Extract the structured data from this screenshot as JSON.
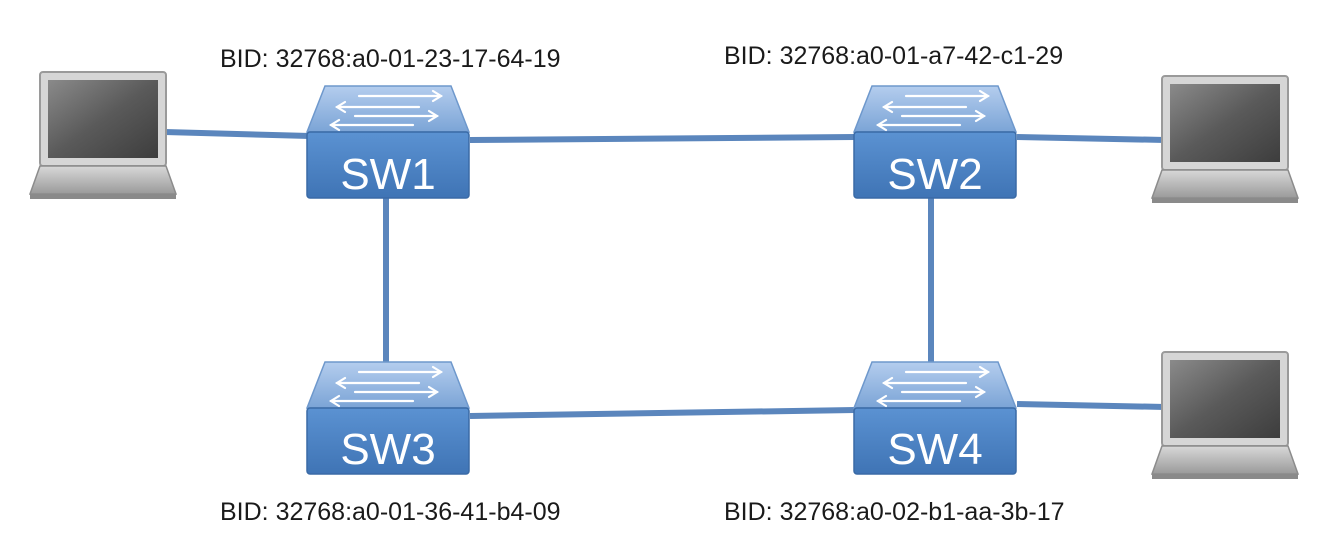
{
  "switches": [
    {
      "name": "SW1",
      "bid": "BID: 32768:a0-01-23-17-64-19"
    },
    {
      "name": "SW2",
      "bid": "BID: 32768:a0-01-a7-42-c1-29"
    },
    {
      "name": "SW3",
      "bid": "BID: 32768:a0-01-36-41-b4-09"
    },
    {
      "name": "SW4",
      "bid": "BID: 32768:a0-02-b1-aa-3b-17"
    }
  ],
  "hosts": [
    {
      "icon": "laptop-icon",
      "attached_to": "SW1"
    },
    {
      "icon": "laptop-icon",
      "attached_to": "SW2"
    },
    {
      "icon": "laptop-icon",
      "attached_to": "SW4"
    }
  ],
  "links": [
    [
      "SW1",
      "SW2"
    ],
    [
      "SW1",
      "SW3"
    ],
    [
      "SW2",
      "SW4"
    ],
    [
      "SW3",
      "SW4"
    ]
  ],
  "colors": {
    "link": "#5b86bd",
    "switch_top": "#8fb4e0",
    "switch_front": "#4f86c6",
    "switch_text": "#ffffff"
  }
}
